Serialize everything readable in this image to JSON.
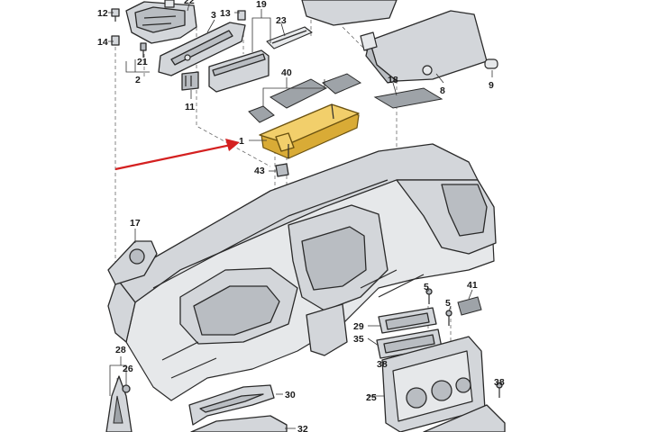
{
  "callouts": {
    "c12": "12",
    "c14": "14",
    "c22": "22",
    "c3": "3",
    "c13": "13",
    "c19": "19",
    "c23": "23",
    "c21": "21",
    "c2": "2",
    "c11": "11",
    "c40": "40",
    "c18": "18",
    "c8": "8",
    "c9": "9",
    "c1": "1",
    "c43": "43",
    "c17": "17",
    "c5a": "5",
    "c41": "41",
    "c5b": "5",
    "c29": "29",
    "c35": "35",
    "c38a": "38",
    "c28": "28",
    "c26": "26",
    "c30": "30",
    "c25": "25",
    "c38b": "38",
    "c32": "32"
  },
  "colors": {
    "highlight": "#f2cf6b",
    "arrow": "#d42020",
    "part": "#d3d6da",
    "outline": "#2a2a2a"
  }
}
